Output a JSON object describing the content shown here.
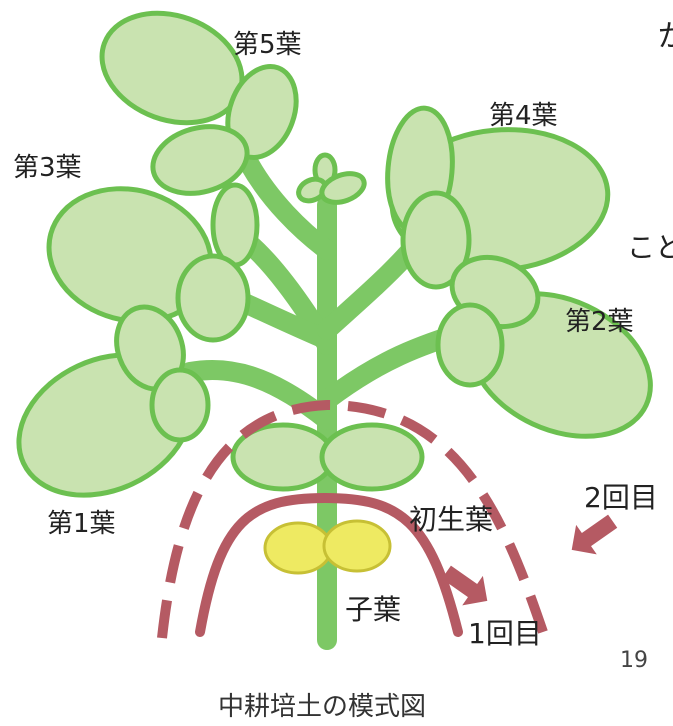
{
  "colors": {
    "leaf_fill": "#c9e3b0",
    "leaf_stroke": "#6cc050",
    "stem": "#7dc865",
    "cotyledon_fill": "#eeea62",
    "cotyledon_stroke": "#c7c035",
    "hilling": "#b55a63"
  },
  "icons": [
    "arrow-icon"
  ],
  "labels": {
    "leaf5": "第5葉",
    "leaf4": "第4葉",
    "leaf3": "第3葉",
    "leaf2": "第2葉",
    "leaf1": "第1葉",
    "primary_leaf": "初生葉",
    "cotyledon": "子葉",
    "second_time": "2回目",
    "first_time": "1回目"
  },
  "page_number": "19",
  "caption": "中耕培土の模式図",
  "cut_text": {
    "top": "が",
    "middle": "こと"
  }
}
